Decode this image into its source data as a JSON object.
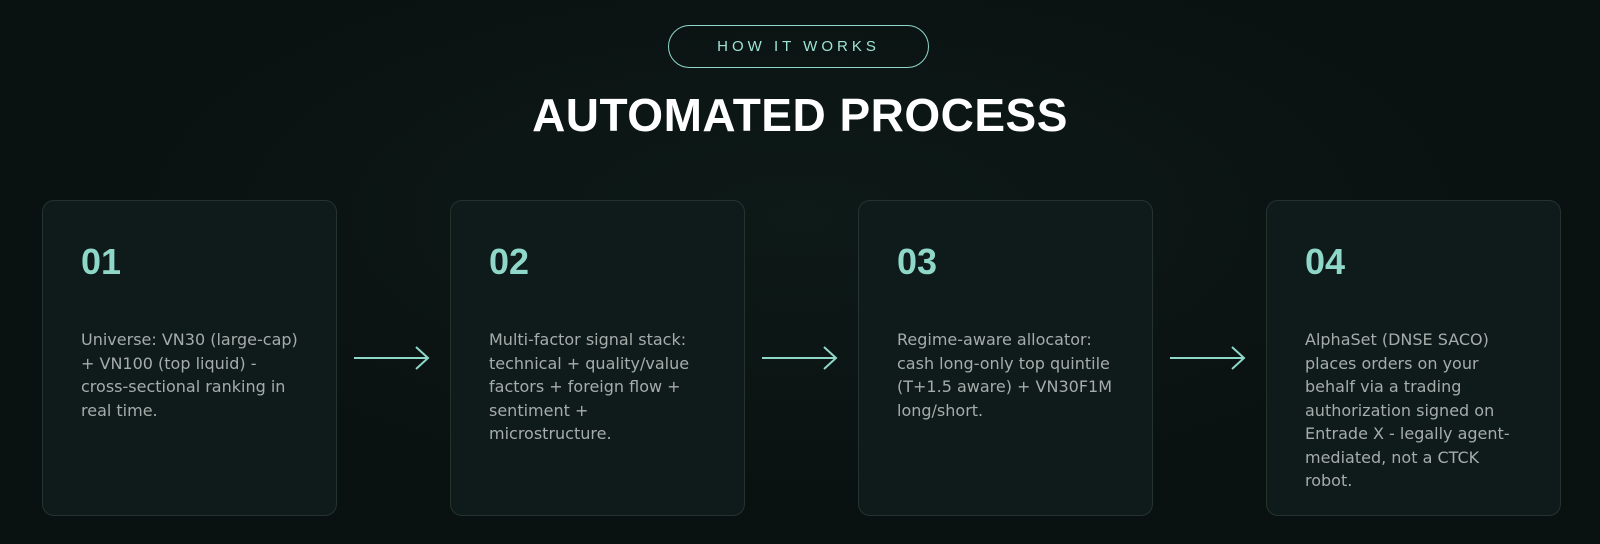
{
  "header": {
    "eyebrow": "HOW IT WORKS",
    "title": "AUTOMATED PROCESS"
  },
  "steps": [
    {
      "number": "01",
      "text": "Universe: VN30 (large-cap) + VN100 (top liquid) - cross-sectional ranking in real time."
    },
    {
      "number": "02",
      "text": "Multi-factor signal stack: technical + quality/value factors + foreign flow + sentiment + microstructure."
    },
    {
      "number": "03",
      "text": "Regime-aware allocator: cash long-only top quintile (T+1.5 aware) + VN30F1M long/short."
    },
    {
      "number": "04",
      "text": "AlphaSet (DNSE SACO) places orders on your behalf via a trading authorization signed on Entrade X - legally agent-mediated, not a CTCK robot."
    }
  ],
  "arrows": [
    "arrow-right-icon",
    "arrow-right-icon",
    "arrow-right-icon"
  ],
  "colors": {
    "background": "#0a1211",
    "accent": "#8fd8c9",
    "card": "#0e1b1a",
    "body_text": "#a6acaa"
  }
}
